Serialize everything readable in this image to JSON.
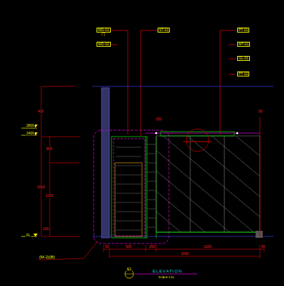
{
  "diagram": {
    "caption": "ELEVATION",
    "labels": [
      "WD-01",
      "门",
      "WD-02",
      "ST-01",
      "PT-01",
      "MT-01",
      "GL-01",
      "PT-02",
      "2800",
      "2400",
      "FL",
      "400",
      "900",
      "1500",
      "1200",
      "100",
      "150",
      "50",
      "50",
      "600",
      "200",
      "1200",
      "50",
      "2050",
      "(M-2)(B)",
      "E1",
      "SCALE 1:50"
    ]
  }
}
